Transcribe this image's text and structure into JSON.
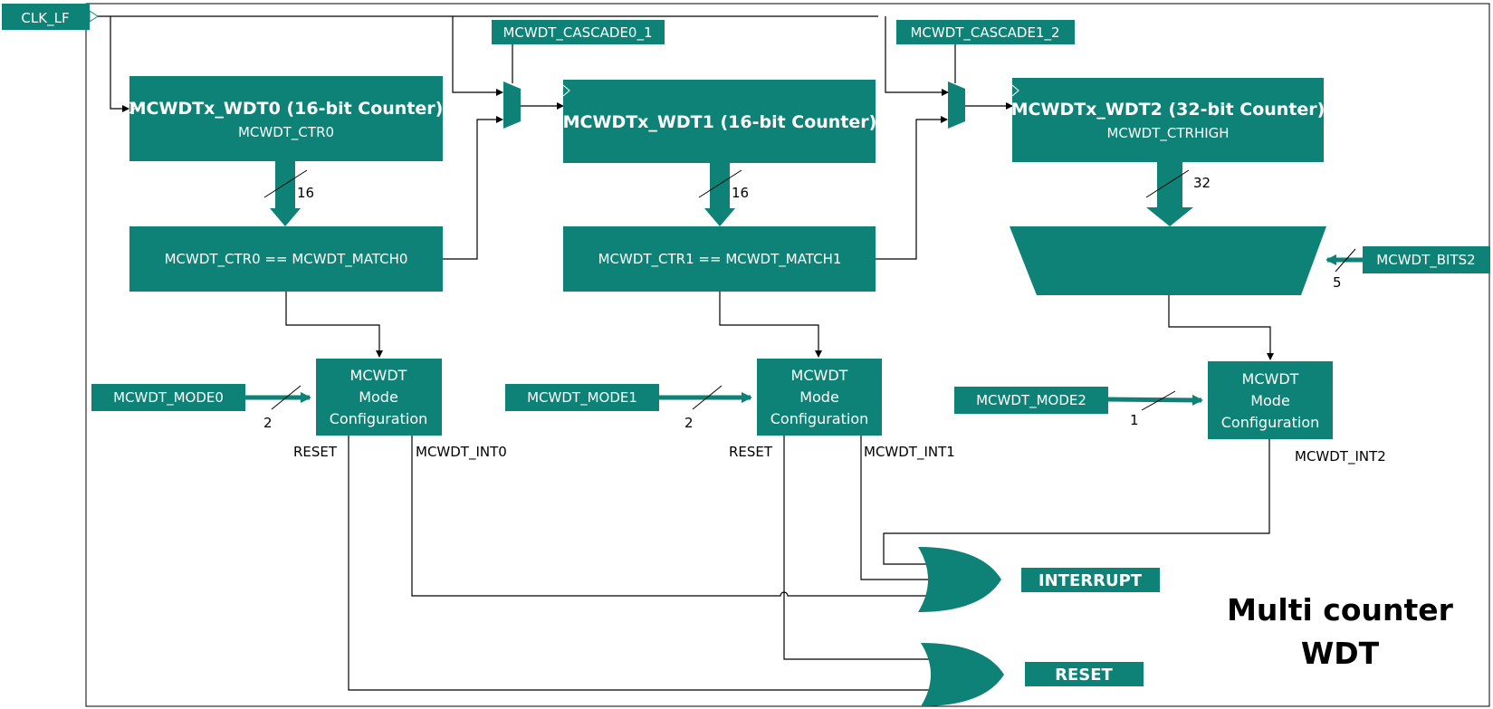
{
  "colors": {
    "block": "#0e8276",
    "text_on_block": "#ffffff",
    "wire": "#000000"
  },
  "labels": {
    "clk": "CLK_LF",
    "cascade0_1": "MCWDT_CASCADE0_1",
    "cascade1_2": "MCWDT_CASCADE1_2",
    "wdt0_title": "MCWDTx_WDT0 (16-bit Counter)",
    "wdt0_sub": "MCWDT_CTR0",
    "wdt1_title": "MCWDTx_WDT1 (16-bit Counter)",
    "wdt2_title": "MCWDTx_WDT2 (32-bit Counter)",
    "wdt2_sub": "MCWDT_CTRHIGH",
    "match0": "MCWDT_CTR0 == MCWDT_MATCH0",
    "match1": "MCWDT_CTR1 == MCWDT_MATCH1",
    "bits2": "MCWDT_BITS2",
    "bus0": "16",
    "bus1": "16",
    "bus2": "32",
    "bits_width": "5",
    "mode0": "MCWDT_MODE0",
    "mode1": "MCWDT_MODE1",
    "mode2": "MCWDT_MODE2",
    "mode0_width": "2",
    "mode1_width": "2",
    "mode2_width": "1",
    "modecfg_line1": "MCWDT",
    "modecfg_line2": "Mode",
    "modecfg_line3": "Configuration",
    "reset0": "RESET",
    "reset1": "RESET",
    "int0": "MCWDT_INT0",
    "int1": "MCWDT_INT1",
    "int2": "MCWDT_INT2",
    "interrupt_out": "INTERRUPT",
    "reset_out": "RESET",
    "caption_line1": "Multi counter",
    "caption_line2": "WDT"
  }
}
